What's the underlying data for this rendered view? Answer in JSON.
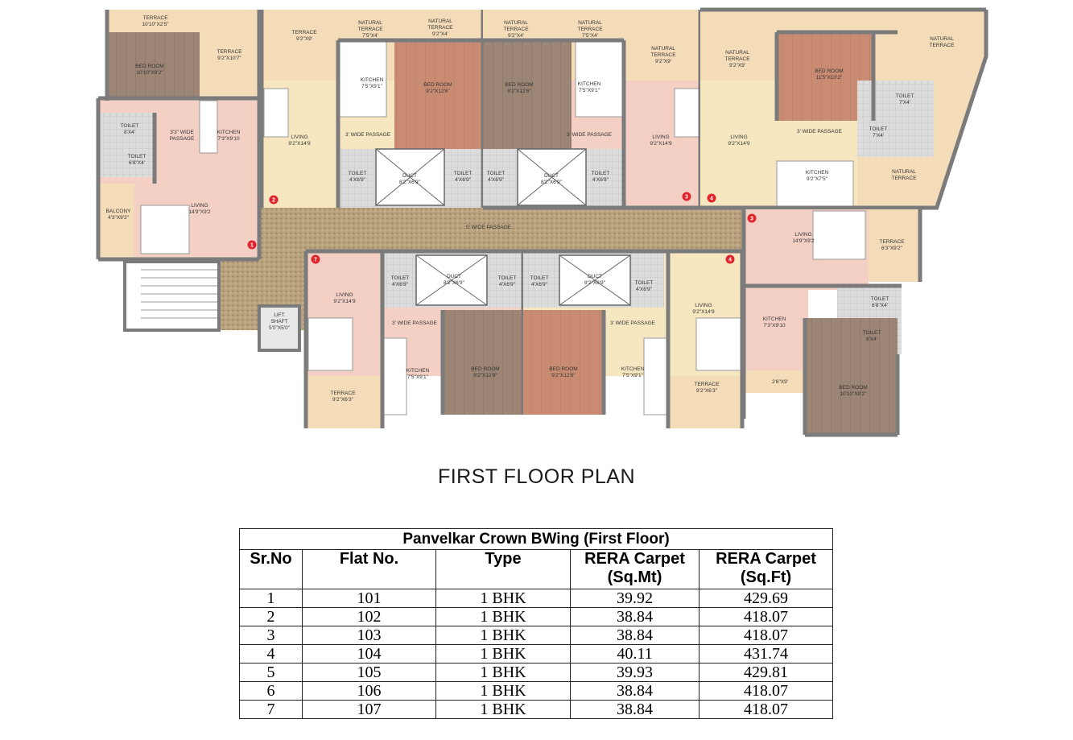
{
  "plan_title": "FIRST FLOOR PLAN",
  "colors": {
    "wall": "#7b7b7b",
    "living_pink": "#f3cfc4",
    "living_cream": "#f7e7c0",
    "terrace": "#f4dcb8",
    "wood": "#9c8574",
    "wood_red": "#c98c72",
    "tile": "#d6d6d6",
    "passage": "#bba688",
    "marker": "#e0262c"
  },
  "rooms": {
    "terrace_tl": [
      "TERRACE",
      "10'10\"X2'5\""
    ],
    "terrace_l2": [
      "TERRACE",
      "9'2\"X10'7\""
    ],
    "bed_tl": [
      "BED ROOM",
      "10'10\"X9'2\""
    ],
    "toilet_a": [
      "TOILET",
      "8'X4'"
    ],
    "toilet_b": [
      "TOILET",
      "6'8\"X4'"
    ],
    "passage_3a": [
      "3'3\" WIDE",
      "PASSAGE"
    ],
    "kitchen_a": [
      "KITCHEN",
      "7'3\"X9'10"
    ],
    "balcony_a": [
      "BALCONY",
      "4'3\"X9'2\""
    ],
    "living_a": [
      "LIVING",
      "14'9\"X9'2"
    ],
    "terrace_2": [
      "TERRACE",
      "9'2\"X9'"
    ],
    "nat_t1": [
      "NATURAL",
      "TERRACE",
      "7'5\"X4'"
    ],
    "nat_t2": [
      "NATURAL",
      "TERRACE",
      "9'2\"X4'"
    ],
    "nat_t3": [
      "NATURAL",
      "TERRACE",
      "9'2\"X4'"
    ],
    "nat_t4": [
      "NATURAL",
      "TERRACE",
      "7'5\"X4'"
    ],
    "nat_t5": [
      "NATURAL",
      "TERRACE",
      "9'2\"X9'"
    ],
    "nat_t6": [
      "NATURAL",
      "TERRACE",
      "9'2\"X9'"
    ],
    "nat_t7": [
      "NATURAL",
      "TERRACE"
    ],
    "nat_t8": [
      "NATURAL",
      "TERRACE"
    ],
    "kitchen_2": [
      "KITCHEN",
      "7'5\"X9'1\""
    ],
    "bed_2": [
      "BED ROOM",
      "9'2\"X12'6\""
    ],
    "bed_3": [
      "BED ROOM",
      "9'2\"X12'6\""
    ],
    "kitchen_3": [
      "KITCHEN",
      "7'5\"X9'1\""
    ],
    "living_2": [
      "LIVING",
      "9'2\"X14'9"
    ],
    "living_3": [
      "LIVING",
      "9'2\"X14'9"
    ],
    "living_4": [
      "LIVING",
      "9'2\"X14'9"
    ],
    "passage_3w_1": [
      "3' WIDE PASSAGE"
    ],
    "passage_3w_2": [
      "3' WIDE PASSAGE"
    ],
    "passage_3w_3": [
      "3' WIDE PASSAGE"
    ],
    "passage_3w_4": [
      "3' WIDE PASSAGE"
    ],
    "passage_3w_5": [
      "3' WIDE PASSAGE"
    ],
    "toilet_c": [
      "TOILET",
      "4'X6'9\""
    ],
    "toilet_d": [
      "TOILET",
      "4'X6'9\""
    ],
    "toilet_e": [
      "TOILET",
      "4'X6'9\""
    ],
    "toilet_f": [
      "TOILET",
      "4'X6'9\""
    ],
    "duct_1": [
      "DUCT",
      "8'2\"X6'9\""
    ],
    "duct_2": [
      "DUCT",
      "8'2\"X6'9\""
    ],
    "duct_3": [
      "DUCT",
      "8'2\"X6'9\""
    ],
    "duct_4": [
      "DUCT",
      "8'2\"X6'9\""
    ],
    "bed_r": [
      "BED ROOM",
      "11'5\"X10'2\""
    ],
    "toilet_r1": [
      "TOILET",
      "7'X4'"
    ],
    "toilet_r2": [
      "TOILET",
      "7'X4'"
    ],
    "kitchen_r": [
      "KITCHEN",
      "9'2\"X7'5\""
    ],
    "passage_5w": [
      "5' WIDE PASSAGE"
    ],
    "living_r2": [
      "LIVING",
      "14'9\"X9'2"
    ],
    "terrace_r2": [
      "TERRACE",
      "6'3\"X9'2\""
    ],
    "toilet_r3": [
      "TOILET",
      "6'8\"X4'"
    ],
    "toilet_r4": [
      "TOILET",
      "8'X4'"
    ],
    "kitchen_r2": [
      "KITCHEN",
      "7'3\"X9'10"
    ],
    "dim_2_6": [
      "2'6\"X9'"
    ],
    "bed_r2": [
      "BED ROOM",
      "10'10\"X9'2\""
    ],
    "lift": [
      "LIFT",
      "SHAFT",
      "5'0\"X5'0\""
    ],
    "living_b7": [
      "LIVING",
      "9'2\"X14'9"
    ],
    "living_b4": [
      "LIVING",
      "9'2\"X14'9"
    ],
    "toilet_g": [
      "TOILET",
      "4'X6'9\""
    ],
    "toilet_h": [
      "TOILET",
      "4'X6'9\""
    ],
    "toilet_i": [
      "TOILET",
      "4'X6'9\""
    ],
    "toilet_j": [
      "TOILET",
      "4'X6'9\""
    ],
    "kitchen_b1": [
      "KITCHEN",
      "7'5\"X9'1\""
    ],
    "kitchen_b2": [
      "KITCHEN",
      "7'5\"X9'1\""
    ],
    "bed_b1": [
      "BED ROOM",
      "9'2\"X12'6\""
    ],
    "bed_b2": [
      "BED ROOM",
      "9'2\"X12'6\""
    ],
    "terrace_b1": [
      "TERRACE",
      "9'2\"X6'3\""
    ],
    "terrace_b2": [
      "TERRACE",
      "9'2\"X6'3\""
    ]
  },
  "flat_markers": [
    "1",
    "2",
    "3",
    "4",
    "3",
    "7",
    "4"
  ],
  "table": {
    "caption": "Panvelkar Crown BWing (First Floor)",
    "headers": [
      [
        "Sr.No"
      ],
      [
        "Flat No."
      ],
      [
        "Type"
      ],
      [
        "RERA Carpet",
        "(Sq.Mt)"
      ],
      [
        "RERA Carpet",
        "(Sq.Ft)"
      ]
    ],
    "rows": [
      [
        "1",
        "101",
        "1 BHK",
        "39.92",
        "429.69"
      ],
      [
        "2",
        "102",
        "1 BHK",
        "38.84",
        "418.07"
      ],
      [
        "3",
        "103",
        "1 BHK",
        "38.84",
        "418.07"
      ],
      [
        "4",
        "104",
        "1 BHK",
        "40.11",
        "431.74"
      ],
      [
        "5",
        "105",
        "1 BHK",
        "39.93",
        "429.81"
      ],
      [
        "6",
        "106",
        "1 BHK",
        "38.84",
        "418.07"
      ],
      [
        "7",
        "107",
        "1 BHK",
        "38.84",
        "418.07"
      ]
    ]
  }
}
